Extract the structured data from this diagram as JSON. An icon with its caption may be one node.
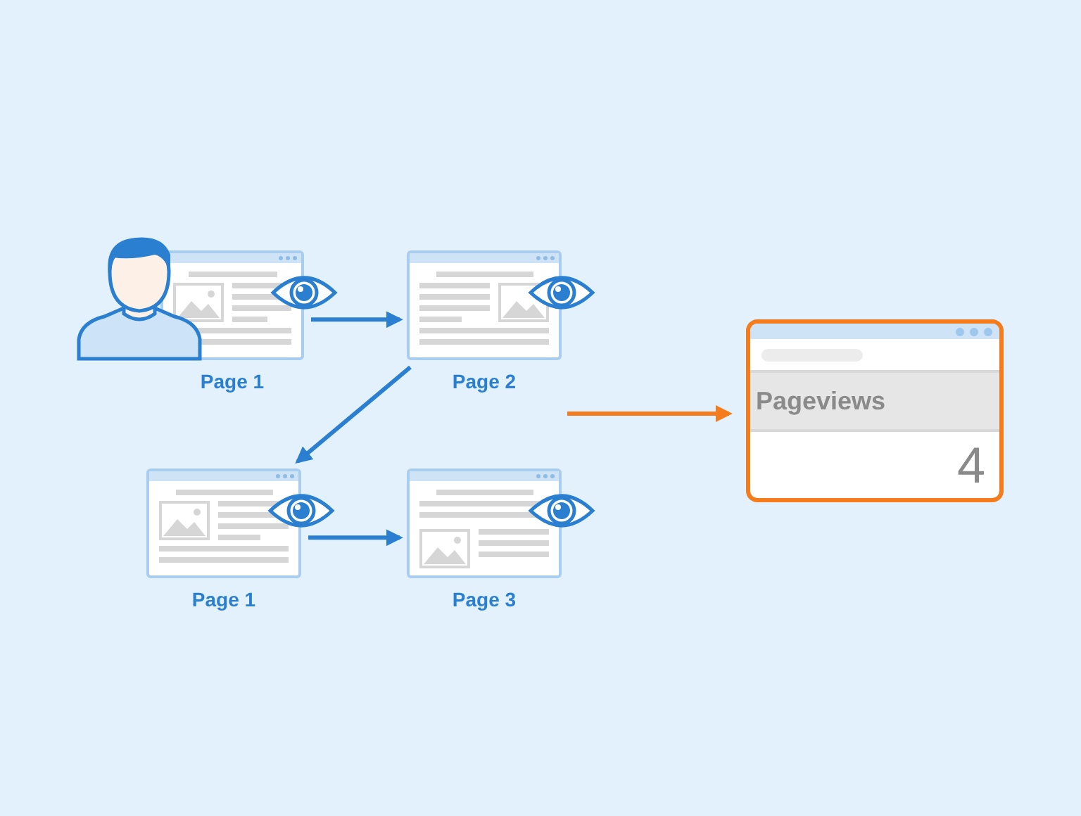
{
  "diagram": {
    "nodes": [
      {
        "text": [
          "Page 1"
        ]
      },
      {
        "text": [
          "Page 2"
        ]
      },
      {
        "text": [
          "Page 1"
        ]
      },
      {
        "text": [
          "Page 3"
        ]
      },
      {
        "text": [
          "Pageviews",
          "4"
        ]
      }
    ],
    "edges": [
      {
        "from": 0,
        "to": 1,
        "arrow": "to"
      },
      {
        "from": 1,
        "to": 2,
        "arrow": "to"
      },
      {
        "from": 2,
        "to": 3,
        "arrow": "to"
      },
      {
        "from": null,
        "to": 4,
        "arrow": "to",
        "color": "#f47c1c"
      }
    ]
  }
}
